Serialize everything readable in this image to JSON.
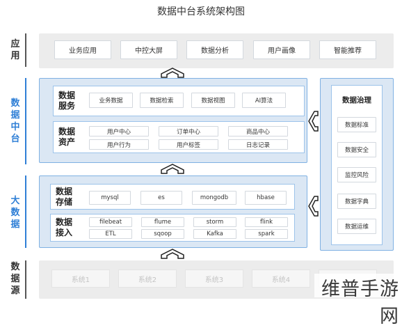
{
  "title": "数据中台系统架构图",
  "layers": {
    "application": {
      "label": [
        "应",
        "用"
      ],
      "items": [
        "业务应用",
        "中控大屏",
        "数据分析",
        "用户画像",
        "智能推荐"
      ]
    },
    "middle": {
      "label": [
        "数",
        "据",
        "中",
        "台"
      ],
      "service": {
        "label": [
          "数据",
          "服务"
        ],
        "items": [
          "业务数据",
          "数据检索",
          "数据视图",
          "AI算法"
        ]
      },
      "asset": {
        "label": [
          "数据",
          "资产"
        ],
        "items": [
          "用户中心",
          "订单中心",
          "商品中心",
          "用户行为",
          "用户标签",
          "日志记录"
        ]
      }
    },
    "bigdata": {
      "label": [
        "大",
        "数",
        "据"
      ],
      "storage": {
        "label": [
          "数据",
          "存储"
        ],
        "items": [
          "mysql",
          "es",
          "mongodb",
          "hbase"
        ]
      },
      "ingest": {
        "label": [
          "数据",
          "接入"
        ],
        "items": [
          "filebeat",
          "flume",
          "storm",
          "flink",
          "ETL",
          "sqoop",
          "Kafka",
          "spark"
        ]
      }
    },
    "source": {
      "label": [
        "数",
        "据",
        "源"
      ],
      "items": [
        "系统1",
        "系统2",
        "系统3",
        "系统4"
      ]
    }
  },
  "governance": {
    "title": "数据治理",
    "items": [
      "数据标准",
      "数据安全",
      "监控风险",
      "数据字典",
      "数据运维"
    ]
  },
  "watermark": "维普手游网",
  "colors": {
    "accent": "#2f7fd6",
    "band_blue": "#dbe7f4",
    "band_gray": "#ececec",
    "border_blue": "#7fb1e3"
  },
  "icons": [
    "arrow-up-icon",
    "arrow-left-icon"
  ]
}
